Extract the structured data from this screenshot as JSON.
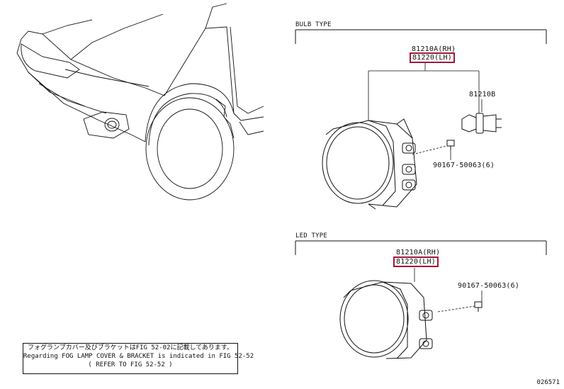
{
  "bulb_section": {
    "title": "BULB TYPE",
    "part_rh": "81210A(RH)",
    "part_lh": "81220(LH)",
    "bulb_part": "81210B",
    "screw_part": "90167-50063(6)"
  },
  "led_section": {
    "title": "LED TYPE",
    "part_rh": "81210A(RH)",
    "part_lh": "81220(LH)",
    "screw_part": "90167-50063(6)"
  },
  "note": {
    "line_jp": "フォグランプカバー及びブラケットはFIG 52-02に記載してあります。",
    "line_en": "Regarding FOG LAMP COVER & BRACKET is indicated in FIG 52-52",
    "line_ref": "( REFER TO FIG 52-52 )"
  },
  "figure_code": "026571",
  "colors": {
    "highlight": "#a0193c",
    "line": "#111111"
  }
}
